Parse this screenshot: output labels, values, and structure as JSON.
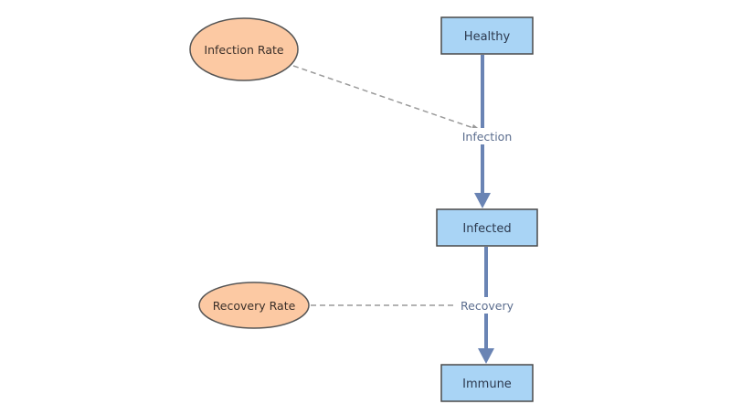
{
  "stocks": {
    "healthy": "Healthy",
    "infected": "Infected",
    "immune": "Immune"
  },
  "flows": {
    "infection": "Infection",
    "recovery": "Recovery"
  },
  "parameters": {
    "infection_rate": "Infection Rate",
    "recovery_rate": "Recovery Rate"
  },
  "colors": {
    "stock_fill": "#a9d4f5",
    "parameter_fill": "#fcc9a3",
    "flow_line": "#6a84b4",
    "link_line": "#9a9a9a"
  }
}
